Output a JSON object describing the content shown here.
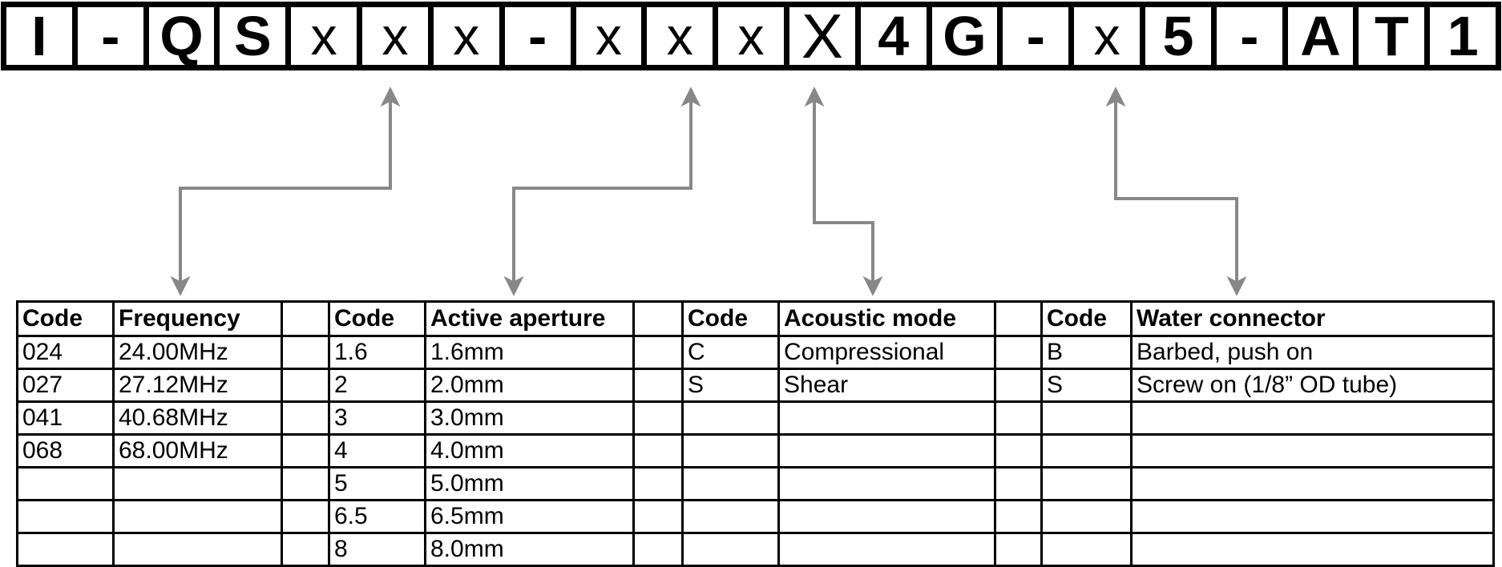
{
  "colors": {
    "arrow": "#888888",
    "border": "#000000",
    "background": "#ffffff"
  },
  "part_number": {
    "full_code": "I-QSxxx-xxxX4G-x5-AT1",
    "cells": [
      {
        "char": "I",
        "variant": "fixed"
      },
      {
        "char": "-",
        "variant": "fixed"
      },
      {
        "char": "Q",
        "variant": "fixed"
      },
      {
        "char": "S",
        "variant": "fixed"
      },
      {
        "char": "x",
        "variant": "variable"
      },
      {
        "char": "x",
        "variant": "variable"
      },
      {
        "char": "x",
        "variant": "variable"
      },
      {
        "char": "-",
        "variant": "fixed"
      },
      {
        "char": "x",
        "variant": "variable"
      },
      {
        "char": "x",
        "variant": "variable"
      },
      {
        "char": "x",
        "variant": "variable"
      },
      {
        "char": "X",
        "variant": "variable-large"
      },
      {
        "char": "4",
        "variant": "fixed"
      },
      {
        "char": "G",
        "variant": "fixed"
      },
      {
        "char": "-",
        "variant": "fixed"
      },
      {
        "char": "x",
        "variant": "variable"
      },
      {
        "char": "5",
        "variant": "fixed"
      },
      {
        "char": "-",
        "variant": "fixed"
      },
      {
        "char": "A",
        "variant": "fixed"
      },
      {
        "char": "T",
        "variant": "fixed"
      },
      {
        "char": "1",
        "variant": "fixed"
      }
    ]
  },
  "code_table": {
    "header": [
      "Code",
      "Frequency",
      "",
      "Code",
      "Active aperture",
      "",
      "Code",
      "Acoustic mode",
      "",
      "Code",
      "Water connector"
    ],
    "rows": [
      [
        "024",
        "24.00MHz",
        "",
        "1.6",
        "1.6mm",
        "",
        "C",
        "Compressional",
        "",
        "B",
        "Barbed, push on"
      ],
      [
        "027",
        "27.12MHz",
        "",
        "2",
        "2.0mm",
        "",
        "S",
        "Shear",
        "",
        "S",
        "Screw on (1/8” OD tube)"
      ],
      [
        "041",
        "40.68MHz",
        "",
        "3",
        "3.0mm",
        "",
        "",
        "",
        "",
        "",
        ""
      ],
      [
        "068",
        "68.00MHz",
        "",
        "4",
        "4.0mm",
        "",
        "",
        "",
        "",
        "",
        ""
      ],
      [
        "",
        "",
        "",
        "5",
        "5.0mm",
        "",
        "",
        "",
        "",
        "",
        ""
      ],
      [
        "",
        "",
        "",
        "6.5",
        "6.5mm",
        "",
        "",
        "",
        "",
        "",
        ""
      ],
      [
        "",
        "",
        "",
        "8",
        "8.0mm",
        "",
        "",
        "",
        "",
        "",
        ""
      ]
    ]
  }
}
